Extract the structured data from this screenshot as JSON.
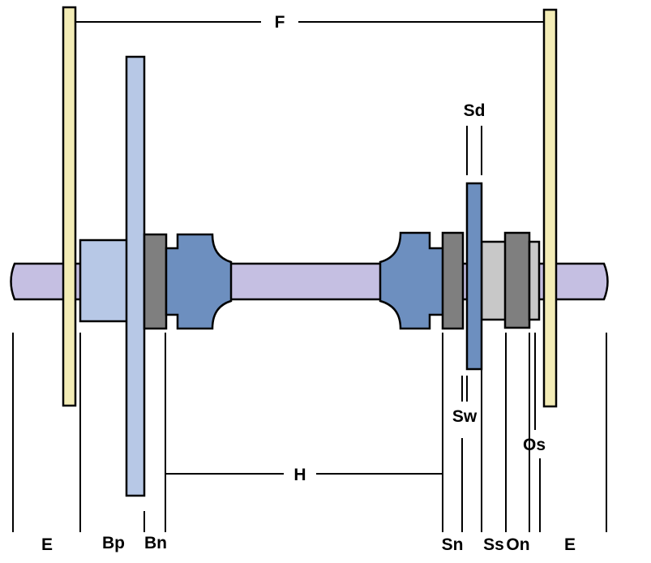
{
  "labels": {
    "F": "F",
    "H": "H",
    "Sd": "Sd",
    "Sw": "Sw",
    "Os": "Os",
    "E_left": "E",
    "Bp": "Bp",
    "Bn": "Bn",
    "Sn": "Sn",
    "Ss": "Ss",
    "On": "On",
    "E_right": "E"
  },
  "colors": {
    "axle": "#c5bfe2",
    "frame": "#f3ecb6",
    "brake_disc": "#b7c8e6",
    "hub": "#6d8fbf",
    "nut": "#7f7f7f",
    "spacer": "#c8c8c8",
    "line": "#000000"
  }
}
